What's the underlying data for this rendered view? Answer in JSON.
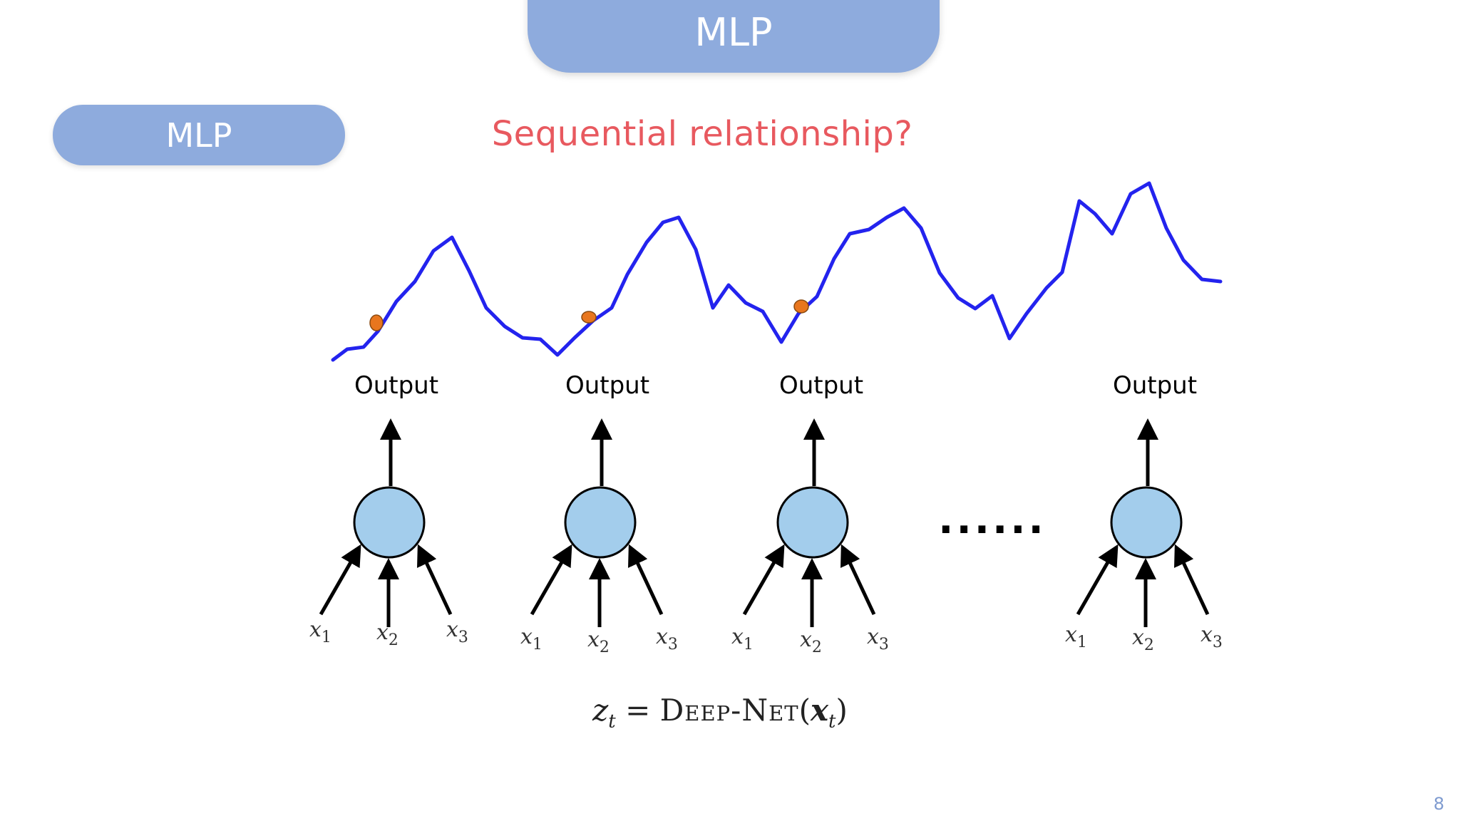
{
  "slide": {
    "title": "MLP",
    "section_label": "MLP",
    "question": "Sequential relationship?",
    "page_number": "8"
  },
  "diagram": {
    "units": [
      {
        "output_label": "Output",
        "inputs": [
          {
            "symbol": "x",
            "sub": "1"
          },
          {
            "symbol": "x",
            "sub": "2"
          },
          {
            "symbol": "x",
            "sub": "3"
          }
        ]
      },
      {
        "output_label": "Output",
        "inputs": [
          {
            "symbol": "x",
            "sub": "1"
          },
          {
            "symbol": "x",
            "sub": "2"
          },
          {
            "symbol": "x",
            "sub": "3"
          }
        ]
      },
      {
        "output_label": "Output",
        "inputs": [
          {
            "symbol": "x",
            "sub": "1"
          },
          {
            "symbol": "x",
            "sub": "2"
          },
          {
            "symbol": "x",
            "sub": "3"
          }
        ]
      },
      {
        "output_label": "Output",
        "inputs": [
          {
            "symbol": "x",
            "sub": "1"
          },
          {
            "symbol": "x",
            "sub": "2"
          },
          {
            "symbol": "x",
            "sub": "3"
          }
        ]
      }
    ],
    "ellipsis": "......",
    "colors": {
      "series_line": "#2323ee",
      "marker": "#e8761e",
      "neuron_fill": "#a3cdec",
      "pill": "#8eabdd",
      "question": "#e8595f"
    }
  },
  "formula": {
    "lhs_symbol": "z",
    "lhs_sub": "t",
    "equals": "=",
    "function_name": "Deep-Net",
    "open_paren": "(",
    "arg_symbol": "x",
    "arg_sub": "t",
    "close_paren": ")"
  }
}
